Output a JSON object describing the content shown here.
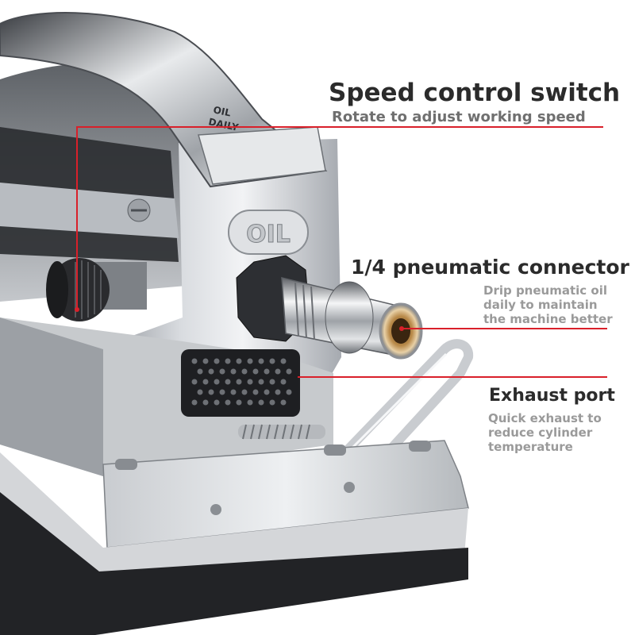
{
  "colors": {
    "accent_line": "#d9202a",
    "title_text": "#2b2b2b",
    "desc_text": "#9a9a9a"
  },
  "callouts": {
    "speed": {
      "title": "Speed control switch",
      "desc": "Rotate to adjust working speed"
    },
    "connector": {
      "title": "1/4 pneumatic connector",
      "desc_lines": [
        "Drip pneumatic oil",
        "daily to maintain",
        "the machine better"
      ]
    },
    "exhaust": {
      "title": "Exhaust port",
      "desc_lines": [
        "Quick exhaust to",
        "reduce cylinder",
        "temperature"
      ]
    }
  },
  "tool_markings": {
    "handle_text_1": "OIL",
    "handle_text_2": "DAILY",
    "cap_text": "OIL"
  }
}
